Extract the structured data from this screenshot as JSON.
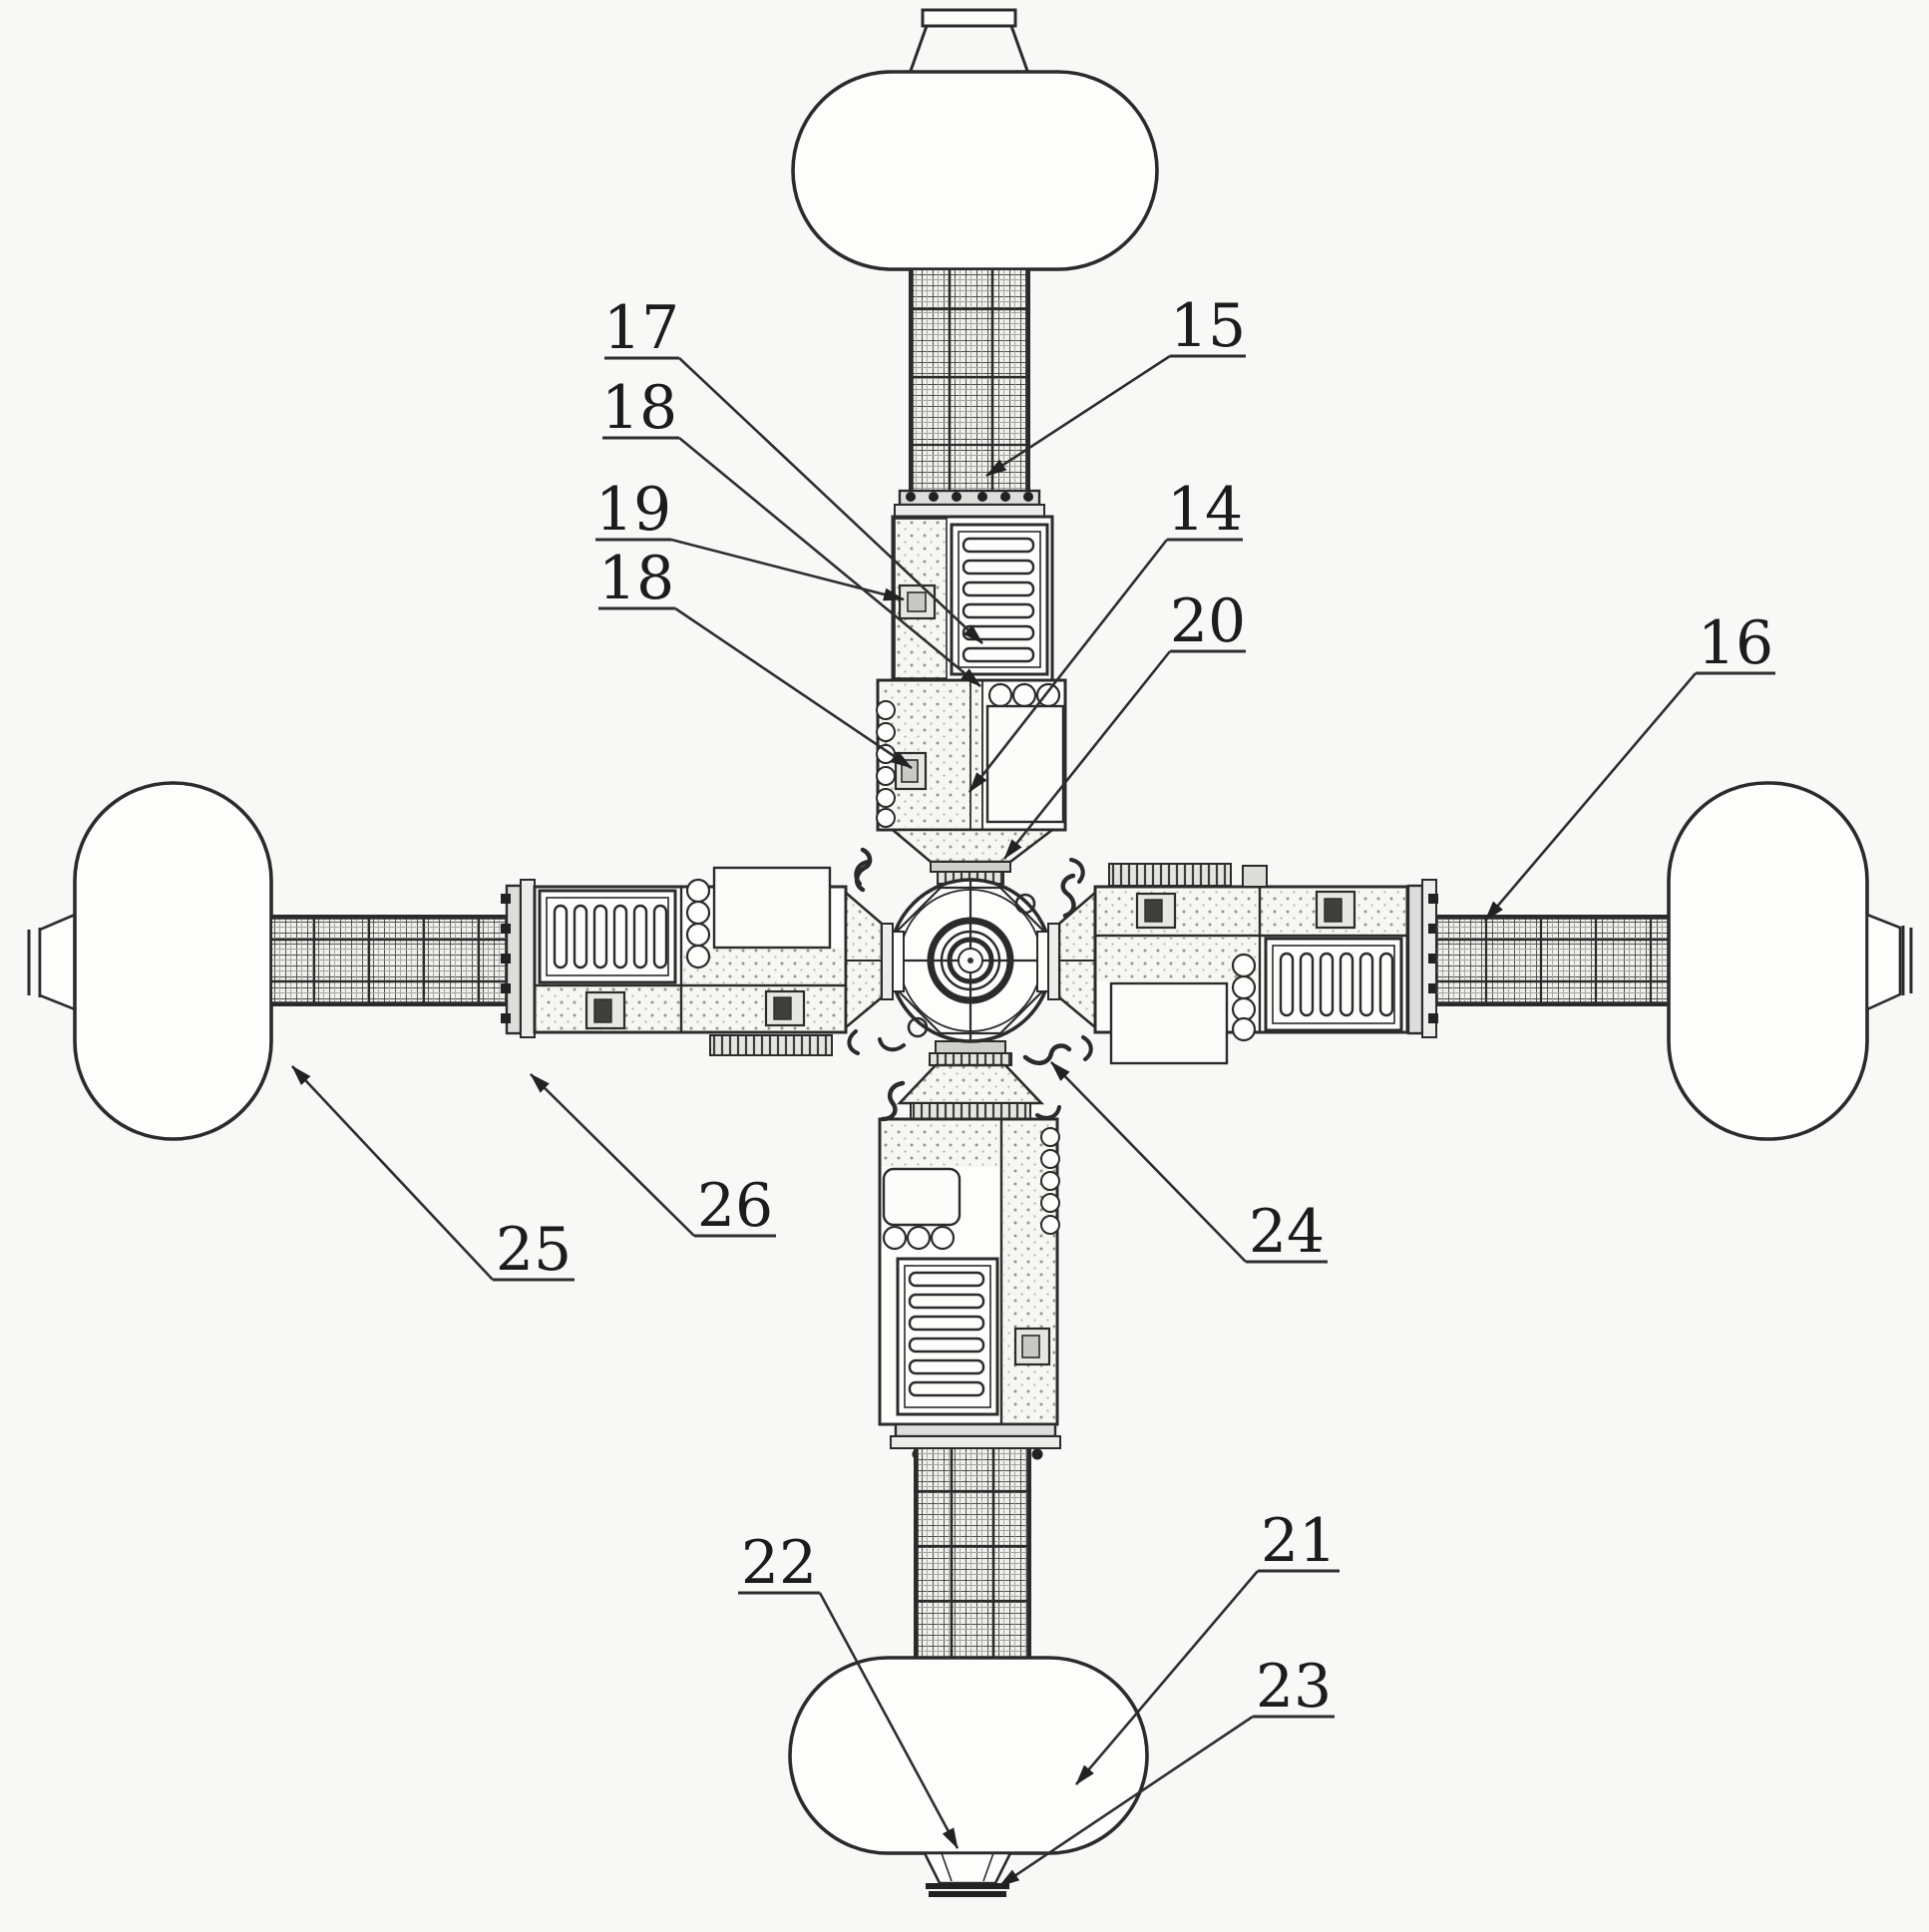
{
  "figure": {
    "background_color": "#f8f8f6",
    "line_color": "#2b2b2b",
    "description": "Patent-style plan view of a cross-shaped modular space station: central docking node, four pressurized modules with radiator panels, lattice trusses and rounded end capsules",
    "callouts": [
      {
        "text": "17"
      },
      {
        "text": "18"
      },
      {
        "text": "19"
      },
      {
        "text": "18"
      },
      {
        "text": "15"
      },
      {
        "text": "14"
      },
      {
        "text": "20"
      },
      {
        "text": "16"
      },
      {
        "text": "25"
      },
      {
        "text": "26"
      },
      {
        "text": "24"
      },
      {
        "text": "21"
      },
      {
        "text": "23"
      },
      {
        "text": "22"
      }
    ]
  }
}
